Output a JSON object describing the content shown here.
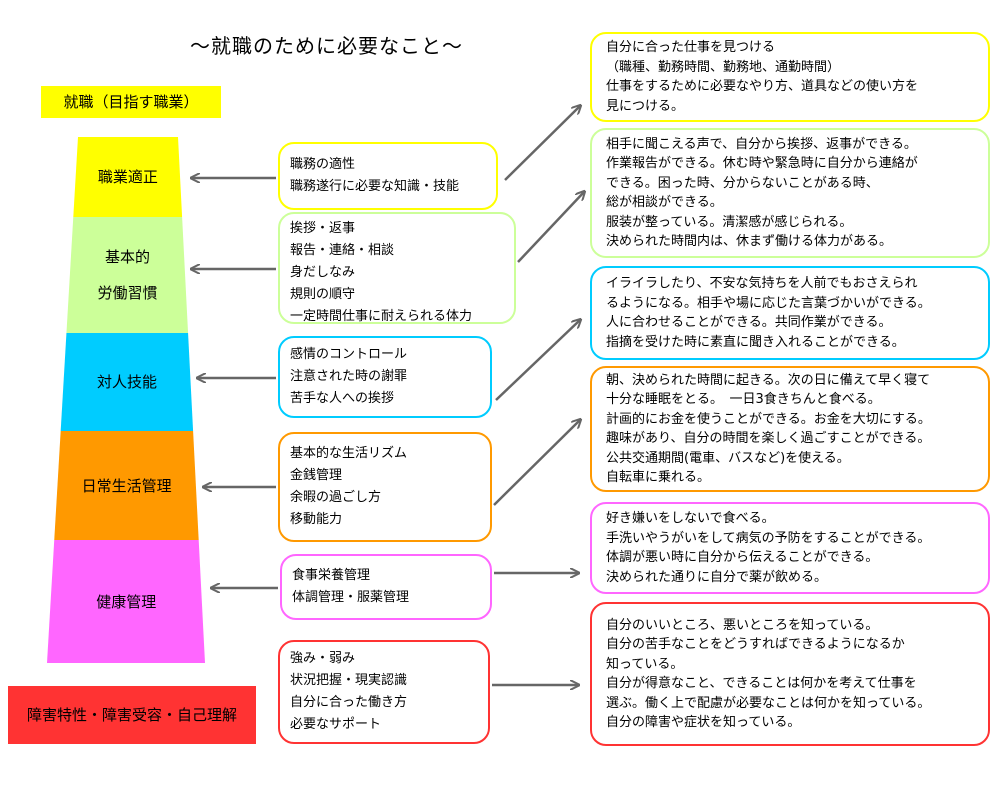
{
  "title": "～就職のために必要なこと～",
  "goal_label": "就職（目指す職業）",
  "foundation_label": "障害特性・障害受容・自己理解",
  "tiers": [
    {
      "label": [
        "職業適正"
      ],
      "color": "#ffff00"
    },
    {
      "label": [
        "基本的",
        "労働習慣"
      ],
      "color": "#ccff99"
    },
    {
      "label": [
        "対人技能"
      ],
      "color": "#00ccff"
    },
    {
      "label": [
        "日常生活管理"
      ],
      "color": "#ff9900"
    },
    {
      "label": [
        "健康管理"
      ],
      "color": "#ff66ff"
    }
  ],
  "middle_boxes": [
    {
      "color": "#ffff00",
      "lines": [
        "職務の適性",
        "職務遂行に必要な知識・技能"
      ]
    },
    {
      "color": "#ccff99",
      "lines": [
        "挨拶・返事",
        "報告・連絡・相談",
        "身だしなみ",
        "規則の順守",
        "一定時間仕事に耐えられる体力"
      ]
    },
    {
      "color": "#00ccff",
      "lines": [
        "感情のコントロール",
        "注意された時の謝罪",
        "苦手な人への挨拶"
      ]
    },
    {
      "color": "#ff9900",
      "lines": [
        "基本的な生活リズム",
        "金銭管理",
        "余暇の過ごし方",
        "移動能力"
      ]
    },
    {
      "color": "#ff66ff",
      "lines": [
        "食事栄養管理",
        "体調管理・服薬管理"
      ]
    },
    {
      "color": "#ff3333",
      "lines": [
        "強み・弱み",
        "状況把握・現実認識",
        "自分に合った働き方",
        "必要なサポート"
      ]
    }
  ],
  "right_boxes": [
    {
      "color": "#ffff00",
      "lines": [
        "自分に合った仕事を見つける",
        "（職種、勤務時間、勤務地、通勤時間）",
        "仕事をするために必要なやり方、道具などの使い方を",
        "見につける。"
      ]
    },
    {
      "color": "#ccff99",
      "lines": [
        "相手に聞こえる声で、自分から挨拶、返事ができる。",
        "作業報告ができる。休む時や緊急時に自分から連絡が",
        "できる。困った時、分からないことがある時、",
        "総が相談ができる。",
        "服装が整っている。清潔感が感じられる。",
        "決められた時間内は、休まず働ける体力がある。"
      ]
    },
    {
      "color": "#00ccff",
      "lines": [
        "イライラしたり、不安な気持ちを人前でもおさえられ",
        "るようになる。相手や場に応じた言葉づかいができる。",
        "人に合わせることができる。共同作業ができる。",
        "指摘を受けた時に素直に聞き入れることができる。"
      ]
    },
    {
      "color": "#ff9900",
      "lines": [
        "朝、決められた時間に起きる。次の日に備えて早く寝て",
        "十分な睡眠をとる。　一日3食きちんと食べる。",
        "計画的にお金を使うことができる。お金を大切にする。",
        "趣味があり、自分の時間を楽しく過ごすことができる。",
        "公共交通期間(電車、バスなど)を使える。",
        "自転車に乗れる。"
      ]
    },
    {
      "color": "#ff66ff",
      "lines": [
        "好き嫌いをしないで食べる。",
        "手洗いやうがいをして病気の予防をすることができる。",
        "体調が悪い時に自分から伝えることができる。",
        "決められた通りに自分で薬が飲める。"
      ]
    },
    {
      "color": "#ff3333",
      "lines": [
        "自分のいいところ、悪いところを知っている。",
        "自分の苦手なことをどうすればできるようになるか",
        "知っている。",
        "自分が得意なこと、できることは何かを考えて仕事を",
        "選ぶ。働く上で配慮が必要なことは何かを知っている。",
        "自分の障害や症状を知っている。"
      ]
    }
  ]
}
